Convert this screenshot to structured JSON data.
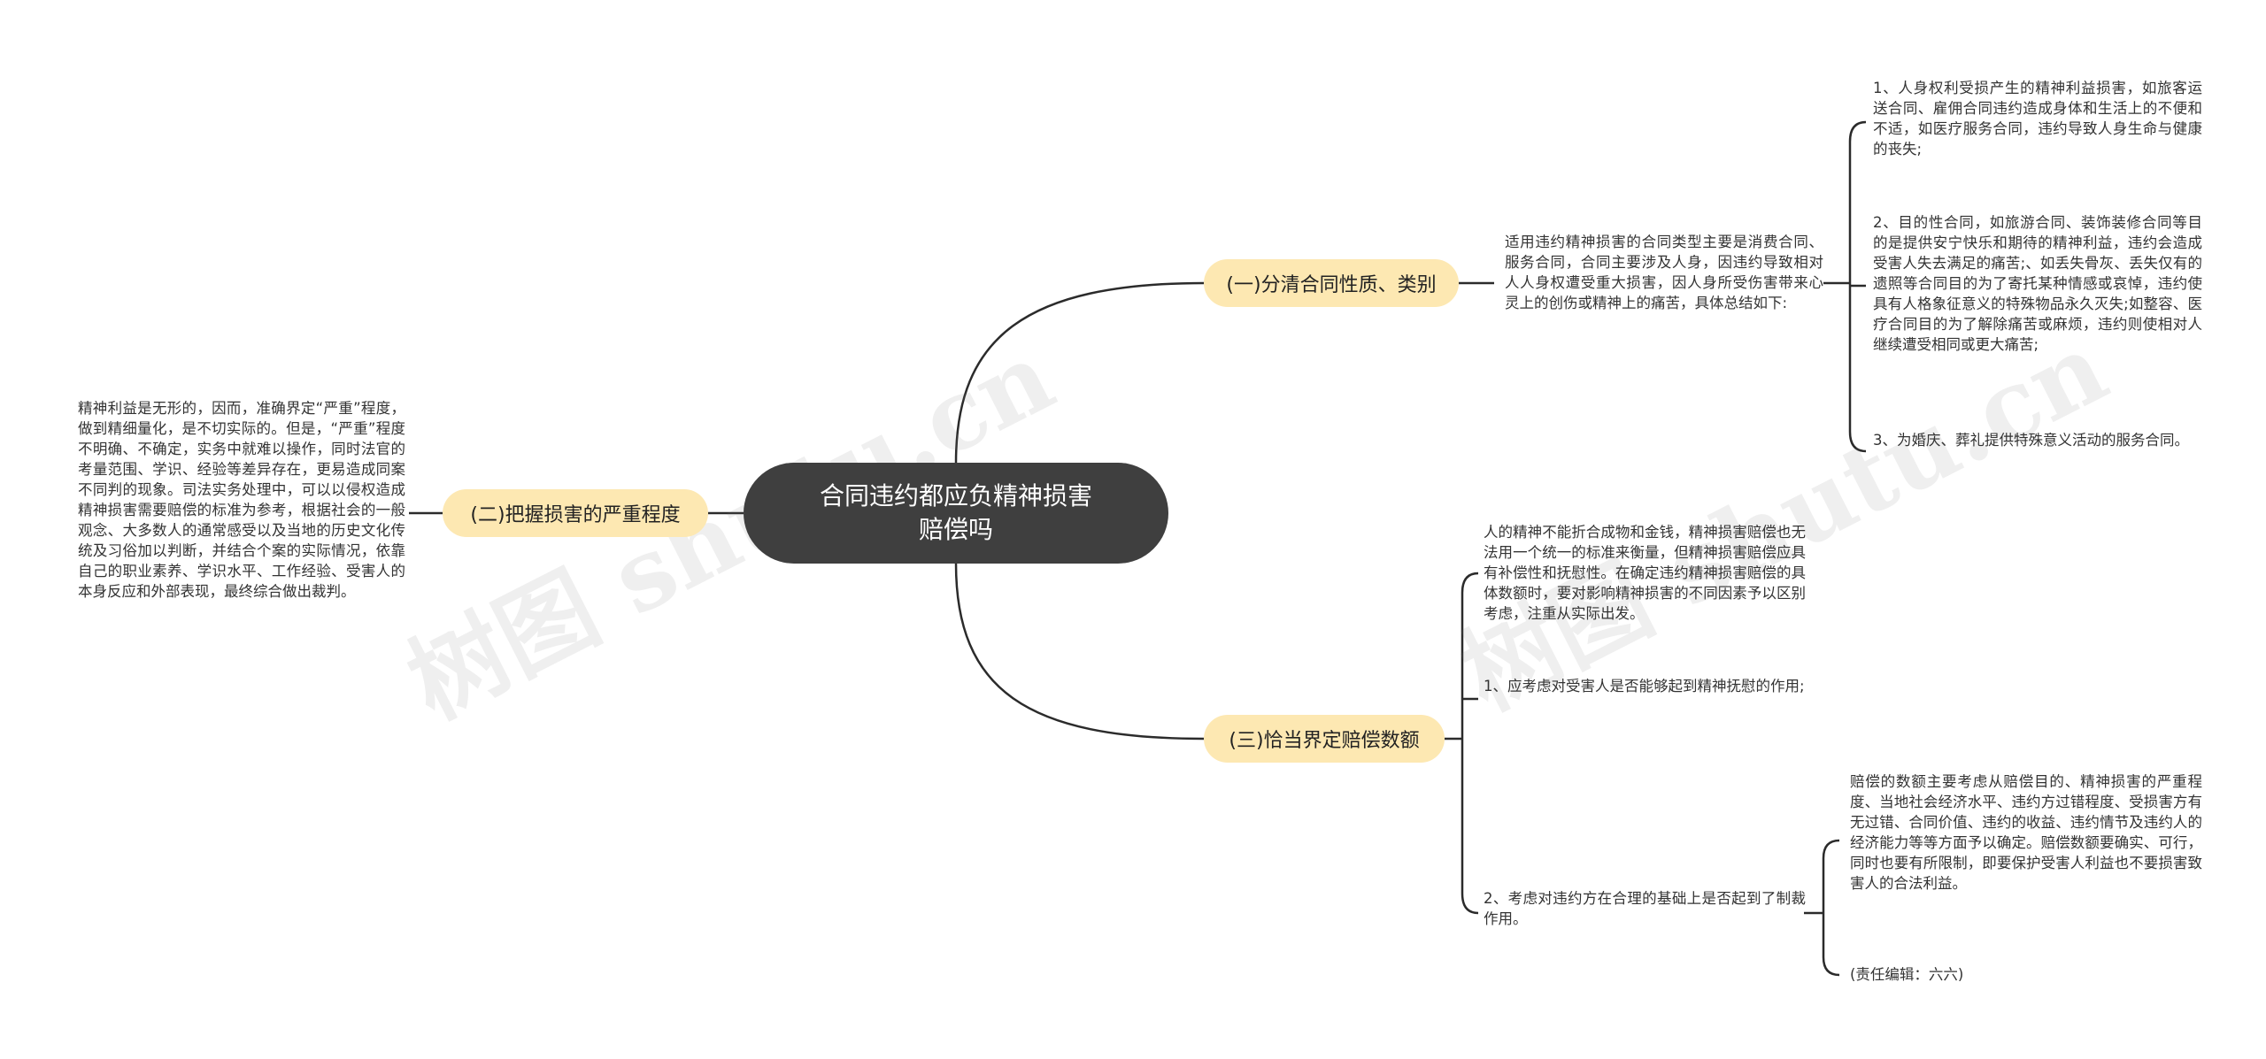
{
  "root": {
    "label": "合同违约都应负精神损害\n赔偿吗"
  },
  "branches": {
    "b1": {
      "label": "(一)分清合同性质、类别",
      "intro": "适用违约精神损害的合同类型主要是消费合同、服务合同，合同主要涉及人身，因违约导致相对人人身权遭受重大损害，因人身所受伤害带来心灵上的创伤或精神上的痛苦，具体总结如下:",
      "items": [
        "1、人身权利受损产生的精神利益损害，如旅客运送合同、雇佣合同违约造成身体和生活上的不便和不适，如医疗服务合同，违约导致人身生命与健康的丧失;",
        "2、目的性合同，如旅游合同、装饰装修合同等目的是提供安宁快乐和期待的精神利益，违约会造成受害人失去满足的痛苦;、如丢失骨灰、丢失仅有的遗照等合同目的为了寄托某种情感或哀悼，违约使具有人格象征意义的特殊物品永久灭失;如整容、医疗合同目的为了解除痛苦或麻烦，违约则使相对人继续遭受相同或更大痛苦;",
        "3、为婚庆、葬礼提供特殊意义活动的服务合同。"
      ]
    },
    "b2": {
      "label": "(二)把握损害的严重程度",
      "text": "精神利益是无形的，因而，准确界定“严重”程度，做到精细量化，是不切实际的。但是，“严重”程度不明确、不确定，实务中就难以操作，同时法官的考量范围、学识、经验等差异存在，更易造成同案不同判的现象。司法实务处理中，可以以侵权造成精神损害需要赔偿的标准为参考，根据社会的一般观念、大多数人的通常感受以及当地的历史文化传统及习俗加以判断，并结合个案的实际情况，依靠自己的职业素养、学识水平、工作经验、受害人的本身反应和外部表现，最终综合做出裁判。"
    },
    "b3": {
      "label": "(三)恰当界定赔偿数额",
      "intro": "人的精神不能折合成物和金钱，精神损害赔偿也无法用一个统一的标准来衡量，但精神损害赔偿应具有补偿性和抚慰性。在确定违约精神损害赔偿的具体数额时，要对影响精神损害的不同因素予以区别考虑，注重从实际出发。",
      "item1": "1、应考虑对受害人是否能够起到精神抚慰的作用;",
      "item2": "2、考虑对违约方在合理的基础上是否起到了制裁作用。",
      "sub": [
        "赔偿的数额主要考虑从赔偿目的、精神损害的严重程度、当地社会经济水平、违约方过错程度、受损害方有无过错、合同价值、违约的收益、违约情节及违约人的经济能力等等方面予以确定。赔偿数额要确实、可行，同时也要有所限制，即要保护受害人利益也不要损害致害人的合法利益。",
        "(责任编辑：六六)"
      ]
    }
  },
  "watermarks": [
    "树图 shutu.cn",
    "树图 shutu.cn"
  ],
  "colors": {
    "root_bg": "#3f3f3f",
    "topic_bg": "#fde8b2",
    "line": "#2b2b2b"
  }
}
